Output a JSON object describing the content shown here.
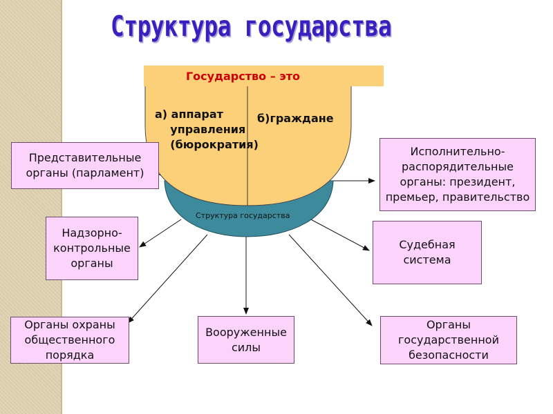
{
  "title": "Структура государства",
  "header": "Государство – это",
  "cup": {
    "left_text": "а) аппарат\n    управления\n    (бюрократия)",
    "right_text": "б)граждане"
  },
  "bowl_label": "Структура государства",
  "boxes": {
    "parliament": "Представительные\nорганы (парламент)",
    "executive": "Исполнительно-\nраспорядительные\nорганы: президент,\nпремьер, правительство",
    "supervisory": "Надзорно-\nконтрольные\nорганы",
    "judicial": "Судебная\nсистема",
    "police": "Органы охраны\nобщественного\nпорядка",
    "army": "Вооруженные\nсилы",
    "security": "Органы\nгосударственной\nбезопасности"
  },
  "colors": {
    "title": "#3a1fbf",
    "header_text": "#cc0000",
    "cup_fill": "#fcd078",
    "bowl_fill": "#3d8a9d",
    "box_fill": "#fbd3fb"
  }
}
